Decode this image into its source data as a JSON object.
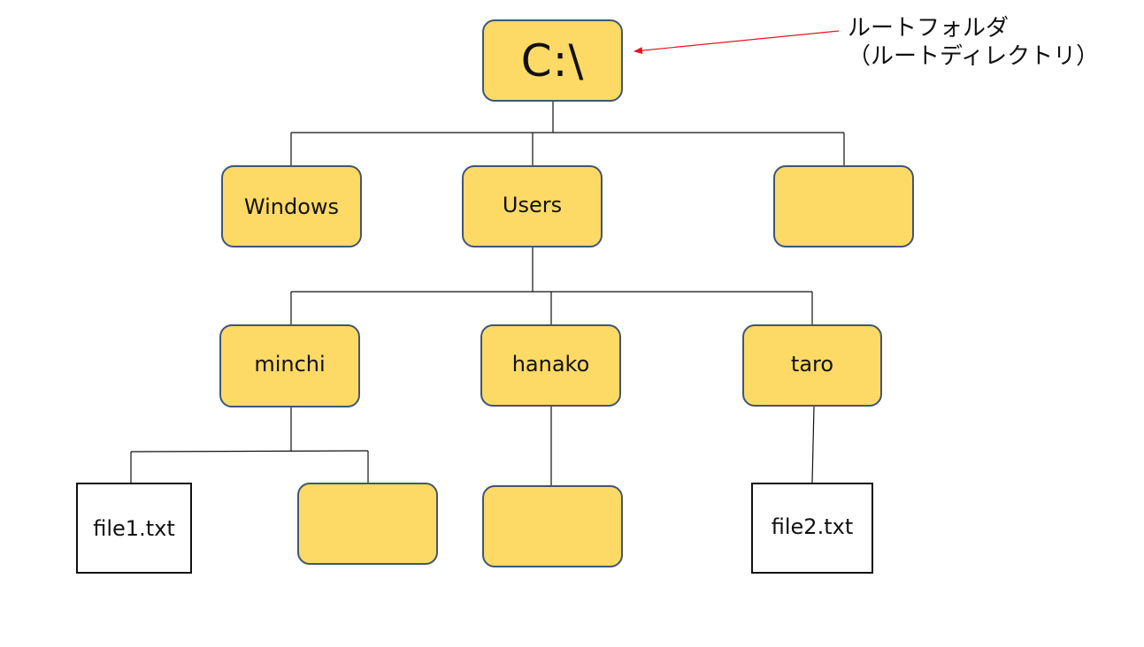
{
  "annotation": {
    "line1": "ルートフォルダ",
    "line2": "（ルートディレクトリ）"
  },
  "nodes": {
    "root": "C:\\",
    "windows": "Windows",
    "users": "Users",
    "unnamed_folder_level1": "",
    "minchi": "minchi",
    "hanako": "hanako",
    "taro": "taro",
    "file1": "file1.txt",
    "unnamed_folder_minchi": "",
    "unnamed_folder_hanako": "",
    "file2": "file2.txt"
  },
  "colors": {
    "folder_fill": "#fdd966",
    "folder_border": "#3f5673",
    "file_border": "#111111",
    "arrow": "#e8141b",
    "connector": "#111111"
  }
}
